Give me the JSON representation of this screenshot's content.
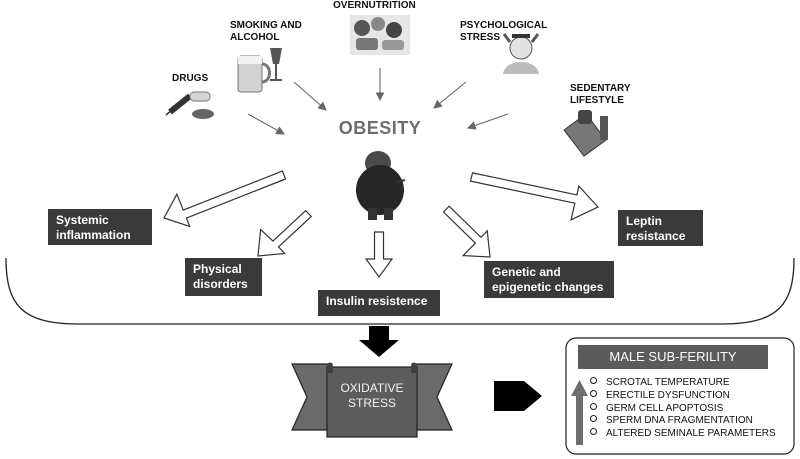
{
  "risk_factors": [
    {
      "id": "overnutrition",
      "label": "OVERNUTRITION",
      "icon": "food-icon"
    },
    {
      "id": "smoking",
      "label": "SMOKING AND\nALCOHOL",
      "icon": "beer-wine-icon"
    },
    {
      "id": "psych",
      "label": "PSYCHOLOGICAL\nSTRESS",
      "icon": "stressed-person-icon"
    },
    {
      "id": "drugs",
      "label": "DRUGS",
      "icon": "syringe-pills-icon"
    },
    {
      "id": "sedentary",
      "label": "SEDENTARY\nLIFESTYLE",
      "icon": "couch-tv-icon"
    }
  ],
  "center": {
    "label": "OBESITY",
    "icon": "obese-man-icon"
  },
  "consequences": [
    {
      "id": "systemic",
      "label": "Systemic\ninflammation"
    },
    {
      "id": "physical",
      "label": "Physical\ndisorders"
    },
    {
      "id": "insulin",
      "label": "Insulin resistence"
    },
    {
      "id": "genetic",
      "label": "Genetic and\nepigenetic changes"
    },
    {
      "id": "leptin",
      "label": "Leptin\nresistance"
    }
  ],
  "stress": {
    "label": "OXIDATIVE\nSTRESS"
  },
  "outcome": {
    "title": "MALE SUB-FERILITY",
    "effects": [
      "SCROTAL TEMPERATURE",
      "ERECTILE DYSFUNCTION",
      "GERM CELL APOPTOSIS",
      "SPERM DNA FRAGMENTATION",
      "ALTERED SEMINALE PARAMETERS"
    ],
    "trend_icon": "up-arrow-icon"
  },
  "colors": {
    "box": "#3a3a3a",
    "banner": "#6a6a6a",
    "header": "#5b5b5b",
    "obesity_text": "#6d6d6d"
  }
}
